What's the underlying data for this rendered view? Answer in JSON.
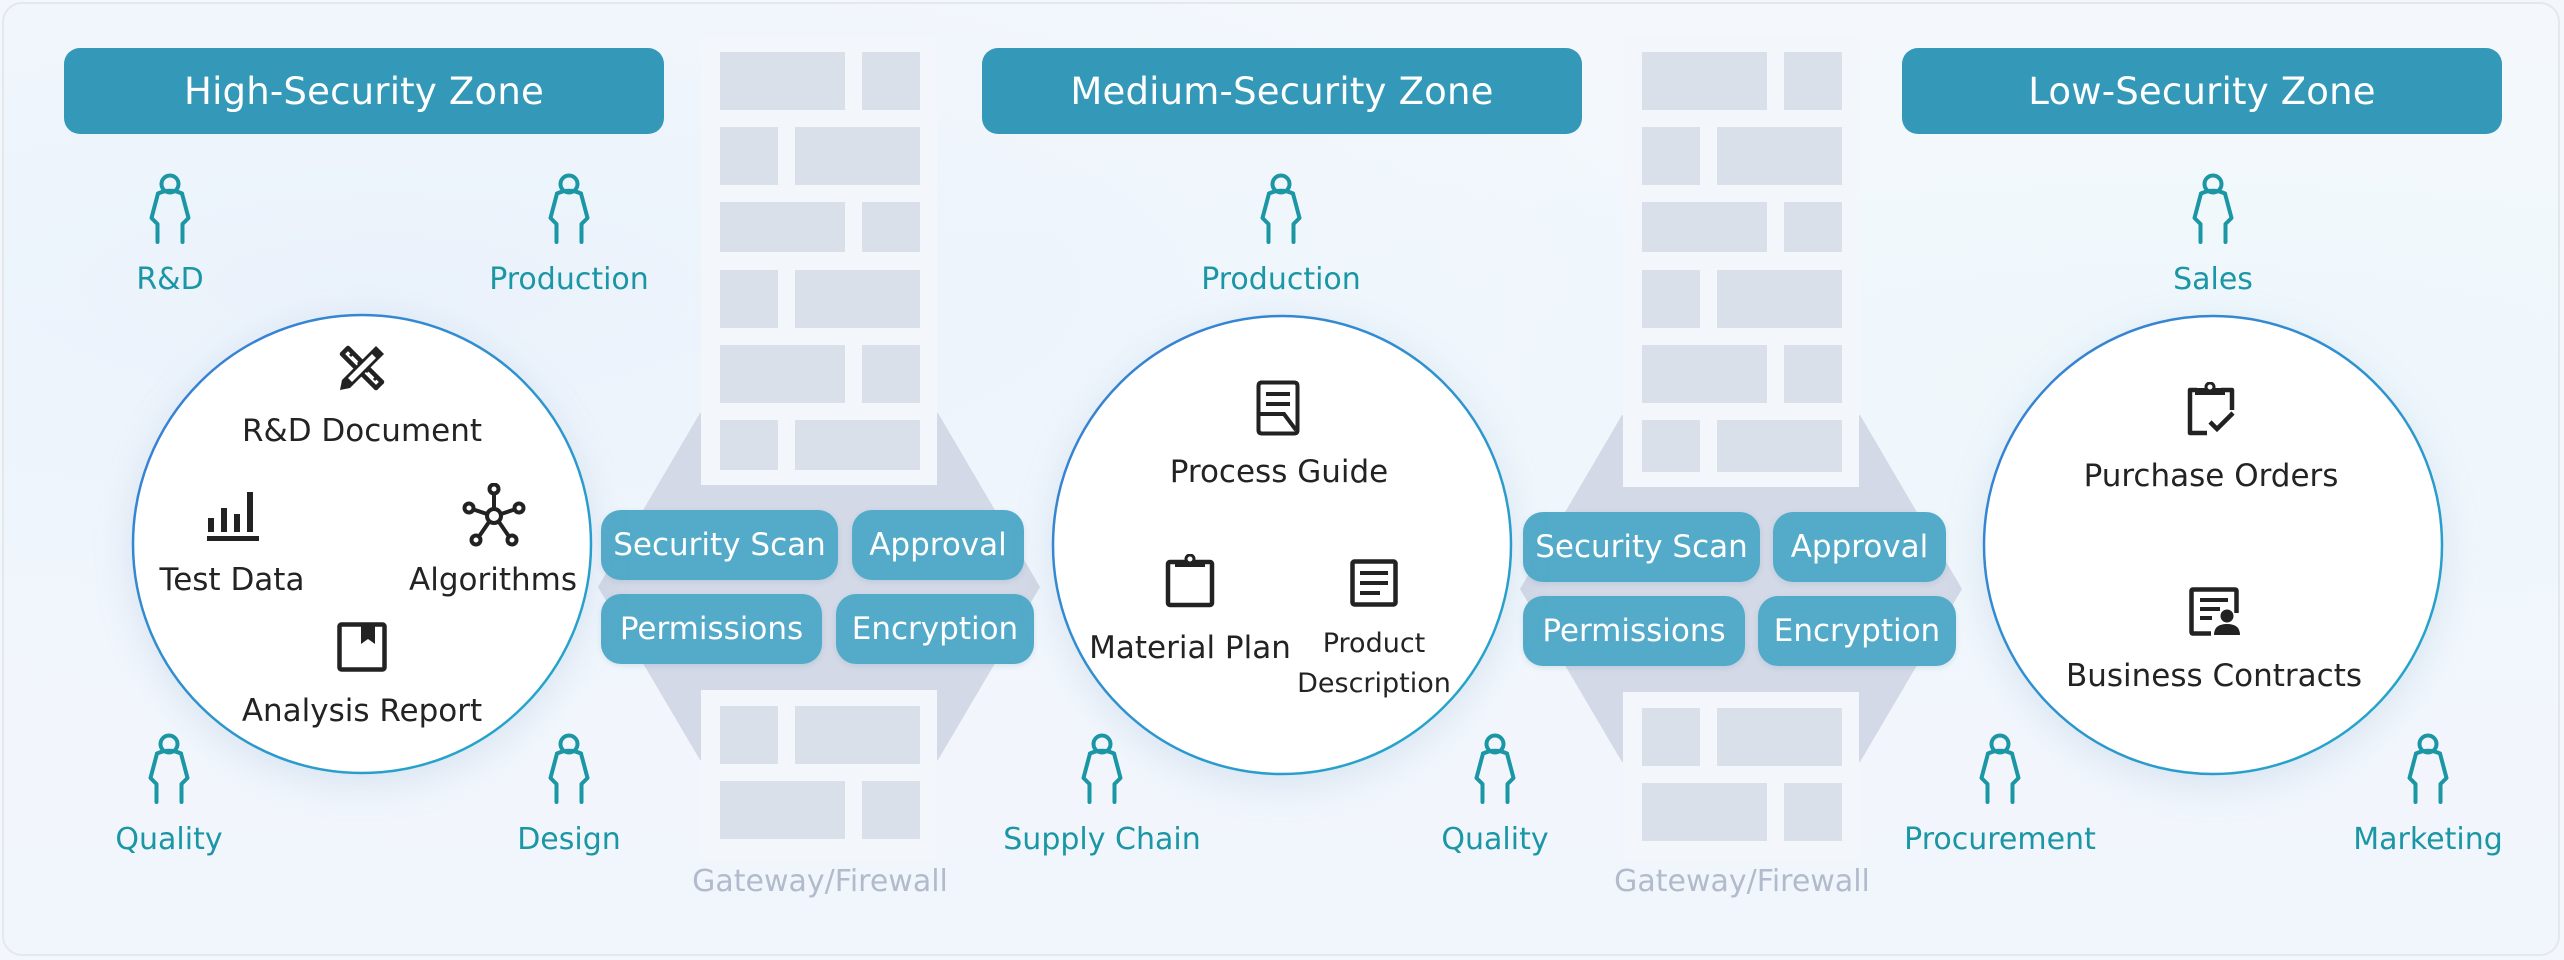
{
  "colors": {
    "zone_header": "#3499b9",
    "role_text": "#1a96a5",
    "control_pill": "#53abc9",
    "wall_brick": "#d9e0ea",
    "gateway_shape": "#d3d9e6",
    "circle_stroke_start": "#3a7bd5",
    "circle_stroke_end": "#2aa5c6",
    "gateway_label": "#b1bbcb"
  },
  "zones": [
    {
      "title": "High-Security Zone",
      "roles_top": [
        {
          "label": "R&D",
          "icon": "person-icon"
        },
        {
          "label": "Production",
          "icon": "person-icon"
        }
      ],
      "roles_bottom": [
        {
          "label": "Quality",
          "icon": "person-icon"
        },
        {
          "label": "Design",
          "icon": "person-icon"
        }
      ],
      "assets": [
        {
          "label": "R&D Document",
          "icon": "design-tools-icon"
        },
        {
          "label": "Test Data",
          "icon": "bar-chart-icon"
        },
        {
          "label": "Algorithms",
          "icon": "network-icon"
        },
        {
          "label": "Analysis Report",
          "icon": "bookmark-report-icon"
        }
      ]
    },
    {
      "title": "Medium-Security Zone",
      "roles_top": [
        {
          "label": "Production",
          "icon": "person-icon"
        }
      ],
      "roles_bottom": [
        {
          "label": "Supply Chain",
          "icon": "person-icon"
        },
        {
          "label": "Quality",
          "icon": "person-icon"
        }
      ],
      "assets": [
        {
          "label": "Process Guide",
          "icon": "document-guide-icon"
        },
        {
          "label": "Material Plan",
          "icon": "clipboard-icon"
        },
        {
          "label_line1": "Product",
          "label_line2": "Description",
          "icon": "document-lines-icon"
        }
      ]
    },
    {
      "title": "Low-Security Zone",
      "roles_top": [
        {
          "label": "Sales",
          "icon": "person-icon"
        }
      ],
      "roles_bottom": [
        {
          "label": "Procurement",
          "icon": "person-icon"
        },
        {
          "label": "Marketing",
          "icon": "person-icon"
        }
      ],
      "assets": [
        {
          "label": "Purchase Orders",
          "icon": "clipboard-check-icon"
        },
        {
          "label": "Business Contracts",
          "icon": "contract-person-icon"
        }
      ]
    }
  ],
  "gateways": [
    {
      "label": "Gateway/Firewall",
      "controls": [
        "Security Scan",
        "Approval",
        "Permissions",
        "Encryption"
      ]
    },
    {
      "label": "Gateway/Firewall",
      "controls": [
        "Security Scan",
        "Approval",
        "Permissions",
        "Encryption"
      ]
    }
  ]
}
